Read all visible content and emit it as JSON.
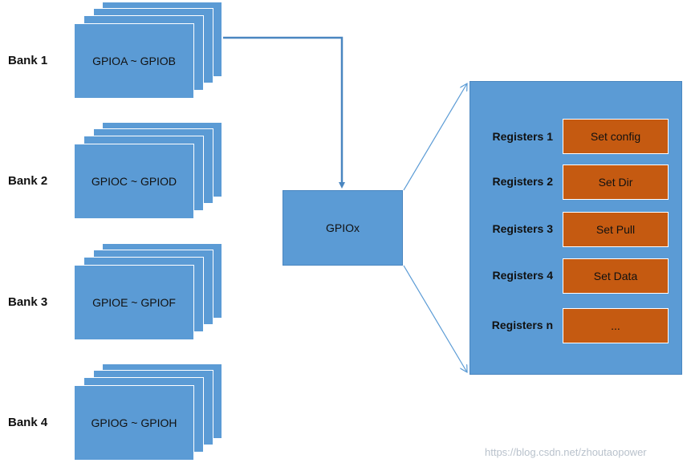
{
  "banks": [
    {
      "label": "Bank 1",
      "group": "GPIOA ~ GPIOB"
    },
    {
      "label": "Bank 2",
      "group": "GPIOC ~ GPIOD"
    },
    {
      "label": "Bank 3",
      "group": "GPIOE ~ GPIOF"
    },
    {
      "label": "Bank 4",
      "group": "GPIOG ~ GPIOH"
    }
  ],
  "center": {
    "label": "GPIOx"
  },
  "registers": [
    {
      "name": "Registers 1",
      "action": "Set config"
    },
    {
      "name": "Registers 2",
      "action": "Set Dir"
    },
    {
      "name": "Registers 3",
      "action": "Set Pull"
    },
    {
      "name": "Registers 4",
      "action": "Set Data"
    },
    {
      "name": "Registers n",
      "action": "..."
    }
  ],
  "watermark": "https://blog.csdn.net/zhoutaopower",
  "colors": {
    "block_blue": "#5b9bd5",
    "register_orange": "#c55a11",
    "line_blue": "#5b9bd5"
  }
}
